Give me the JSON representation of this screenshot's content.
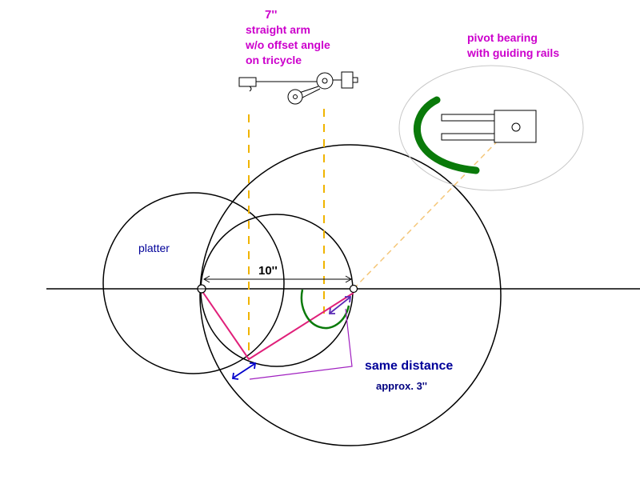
{
  "labels": {
    "arm_length": "7''",
    "arm_line1": "straight arm",
    "arm_line2": "w/o offset angle",
    "arm_line3": "on tricycle",
    "pivot_line1": "pivot bearing",
    "pivot_line2": "with guiding rails",
    "platter": "platter",
    "distance": "10''",
    "same_distance": "same distance",
    "approx": "approx. 3''"
  },
  "colors": {
    "magenta_text": "#cc00cc",
    "navy_text": "#000099",
    "blue_text": "#000080",
    "outline": "#000000",
    "pink_line": "#e0207a",
    "green_arc": "#0a7a0a",
    "orange_dash": "#f0b400",
    "light_orange_dash": "#f5c77a",
    "purple_bracket": "#a020c0",
    "arrow_blue": "#0000cc",
    "ellipse_stroke": "#c8c8c8"
  },
  "icons": [
    "tonearm-icon",
    "pivot-bearing-icon",
    "arrow-double-icon"
  ]
}
